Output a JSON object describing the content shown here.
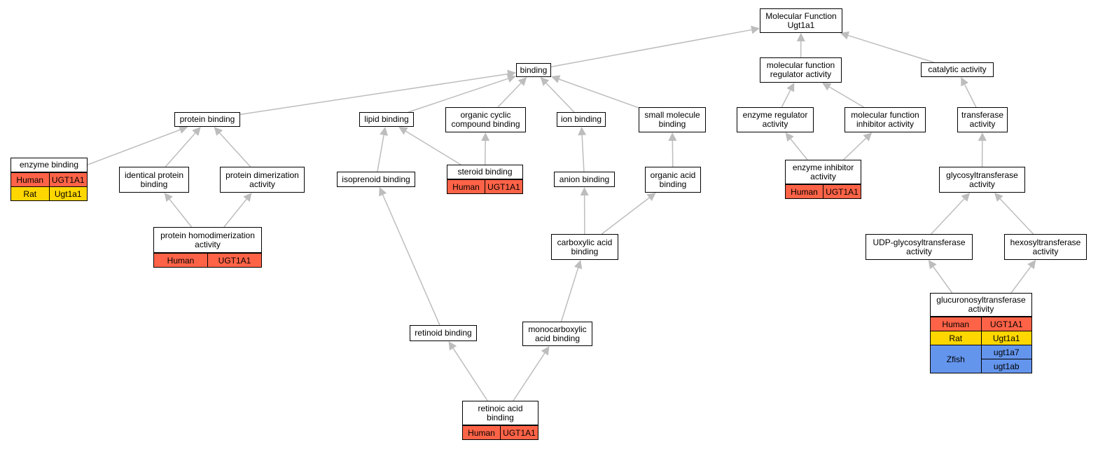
{
  "colors": {
    "edge": "#bdbdbd",
    "Human": "#ff6347",
    "Rat": "#ffd700",
    "Zfish": "#6495ed"
  },
  "nodes": {
    "mf": "Molecular Function\nUgt1a1",
    "binding": "binding",
    "mfra": "molecular function\nregulator activity",
    "catalytic": "catalytic activity",
    "protein_binding": "protein binding",
    "lipid_binding": "lipid binding",
    "occb": "organic cyclic\ncompound binding",
    "ion_binding": "ion binding",
    "smb": "small molecule\nbinding",
    "era": "enzyme regulator\nactivity",
    "mfia": "molecular function\ninhibitor activity",
    "transferase": "transferase\nactivity",
    "enzyme_binding": "enzyme binding",
    "ipb": "identical protein\nbinding",
    "pda": "protein dimerization\nactivity",
    "isoprenoid": "isoprenoid binding",
    "steroid": "steroid binding",
    "anion": "anion binding",
    "oab": "organic acid\nbinding",
    "eia": "enzyme inhibitor\nactivity",
    "glycosyl": "glycosyltransferase\nactivity",
    "phda": "protein homodimerization\nactivity",
    "cab": "carboxylic acid\nbinding",
    "udp": "UDP-glycosyltransferase\nactivity",
    "hexosyl": "hexosyltransferase\nactivity",
    "glucuro": "glucuronosyltransferase\nactivity",
    "retinoid": "retinoid binding",
    "monocarb": "monocarboxylic\nacid binding",
    "retinoic": "retinoic acid\nbinding"
  },
  "annotations": {
    "enzyme_binding": [
      {
        "species": "Human",
        "genes": [
          "UGT1A1"
        ]
      },
      {
        "species": "Rat",
        "genes": [
          "Ugt1a1"
        ]
      }
    ],
    "steroid": [
      {
        "species": "Human",
        "genes": [
          "UGT1A1"
        ]
      }
    ],
    "eia": [
      {
        "species": "Human",
        "genes": [
          "UGT1A1"
        ]
      }
    ],
    "phda": [
      {
        "species": "Human",
        "genes": [
          "UGT1A1"
        ]
      }
    ],
    "glucuro": [
      {
        "species": "Human",
        "genes": [
          "UGT1A1"
        ]
      },
      {
        "species": "Rat",
        "genes": [
          "Ugt1a1"
        ]
      },
      {
        "species": "Zfish",
        "genes": [
          "ugt1a7",
          "ugt1ab"
        ]
      }
    ],
    "retinoic": [
      {
        "species": "Human",
        "genes": [
          "UGT1A1"
        ]
      }
    ]
  },
  "edges": [
    {
      "from": "binding",
      "to": "mf"
    },
    {
      "from": "mfra",
      "to": "mf"
    },
    {
      "from": "catalytic",
      "to": "mf"
    },
    {
      "from": "protein_binding",
      "to": "binding"
    },
    {
      "from": "lipid_binding",
      "to": "binding"
    },
    {
      "from": "occb",
      "to": "binding"
    },
    {
      "from": "ion_binding",
      "to": "binding"
    },
    {
      "from": "smb",
      "to": "binding"
    },
    {
      "from": "era",
      "to": "mfra"
    },
    {
      "from": "mfia",
      "to": "mfra"
    },
    {
      "from": "transferase",
      "to": "catalytic"
    },
    {
      "from": "enzyme_binding",
      "to": "protein_binding"
    },
    {
      "from": "ipb",
      "to": "protein_binding"
    },
    {
      "from": "pda",
      "to": "protein_binding"
    },
    {
      "from": "isoprenoid",
      "to": "lipid_binding"
    },
    {
      "from": "steroid",
      "to": "lipid_binding"
    },
    {
      "from": "steroid",
      "to": "occb"
    },
    {
      "from": "anion",
      "to": "ion_binding"
    },
    {
      "from": "oab",
      "to": "smb"
    },
    {
      "from": "eia",
      "to": "era"
    },
    {
      "from": "eia",
      "to": "mfia"
    },
    {
      "from": "glycosyl",
      "to": "transferase"
    },
    {
      "from": "phda",
      "to": "ipb"
    },
    {
      "from": "phda",
      "to": "pda"
    },
    {
      "from": "cab",
      "to": "anion"
    },
    {
      "from": "cab",
      "to": "oab"
    },
    {
      "from": "udp",
      "to": "glycosyl"
    },
    {
      "from": "hexosyl",
      "to": "glycosyl"
    },
    {
      "from": "glucuro",
      "to": "udp"
    },
    {
      "from": "glucuro",
      "to": "hexosyl"
    },
    {
      "from": "retinoid",
      "to": "isoprenoid"
    },
    {
      "from": "monocarb",
      "to": "cab"
    },
    {
      "from": "retinoic",
      "to": "retinoid"
    },
    {
      "from": "retinoic",
      "to": "monocarb"
    }
  ]
}
